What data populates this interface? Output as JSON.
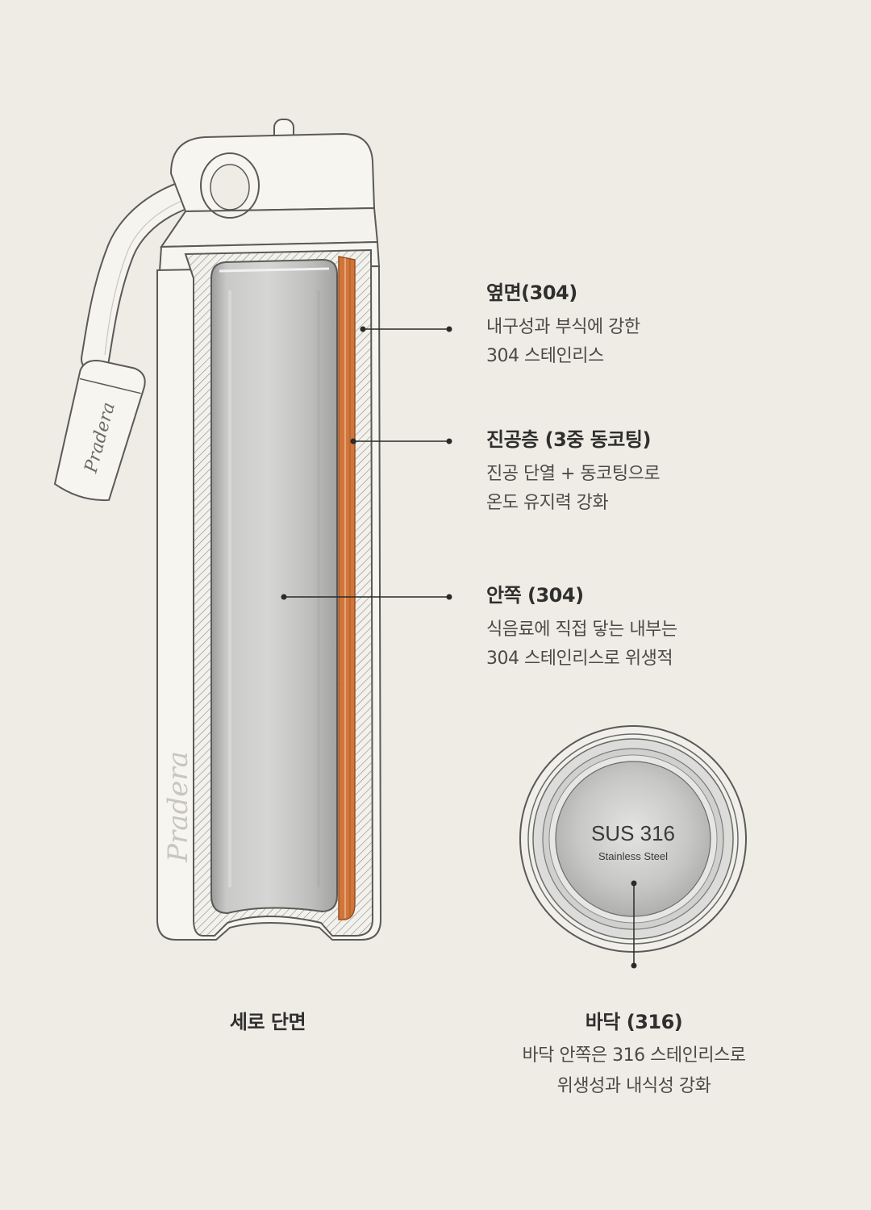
{
  "brand": "Pradera",
  "colors": {
    "background": "#efece6",
    "copper": "#d0763a",
    "outline": "#5a5a58",
    "steel": "#c4c4c4"
  },
  "annotations": [
    {
      "title": "옆면(304)",
      "lines": [
        "내구성과 부식에 강한",
        "304 스테인리스"
      ]
    },
    {
      "title": "진공층 (3중 동코팅)",
      "lines": [
        "진공 단열 + 동코팅으로",
        "온도 유지력 강화"
      ]
    },
    {
      "title": "안쪽 (304)",
      "lines": [
        "식음료에 직접 닿는 내부는",
        "304 스테인리스로 위생적"
      ]
    }
  ],
  "bottom_disc": {
    "line1": "SUS 316",
    "line2": "Stainless Steel"
  },
  "captions": {
    "left": {
      "title": "세로 단면"
    },
    "right": {
      "title": "바닥 (316)",
      "lines": [
        "바닥 안쪽은 316 스테인리스로",
        "위생성과 내식성 강화"
      ]
    }
  }
}
